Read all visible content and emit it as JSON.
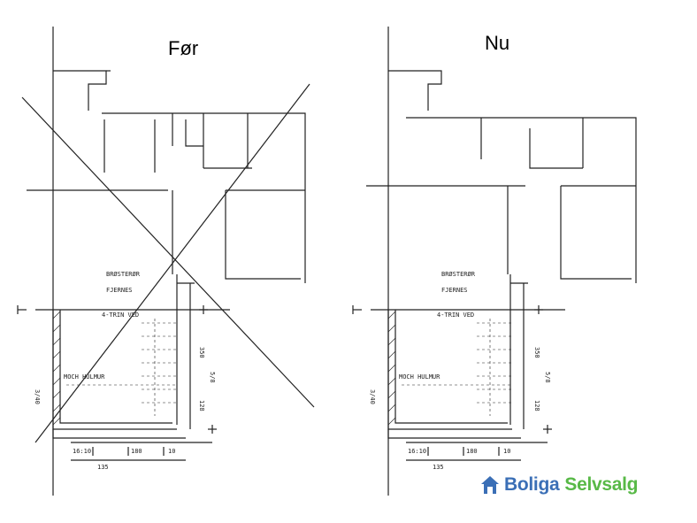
{
  "headings": {
    "before": "Før",
    "after": "Nu"
  },
  "plan_labels": {
    "room_a_line1": "BRØSTERØR",
    "room_a_line2": "FJERNES",
    "steps": "4-TRIN VED",
    "wall": "MOCH HULMUR",
    "dim_left": "16:10",
    "dim_mid": "180",
    "dim_right": "10",
    "dim_bottom": "135",
    "dim_vertical_1": "5/8",
    "dim_vertical_2": "350",
    "dim_vertical_3": "128",
    "dim_side": "3/40"
  },
  "brand": {
    "name": "Boliga",
    "suffix": "Selvsalg",
    "colors": {
      "blue": "#3b6fb6",
      "green": "#58b947"
    },
    "icon": "house-icon"
  }
}
